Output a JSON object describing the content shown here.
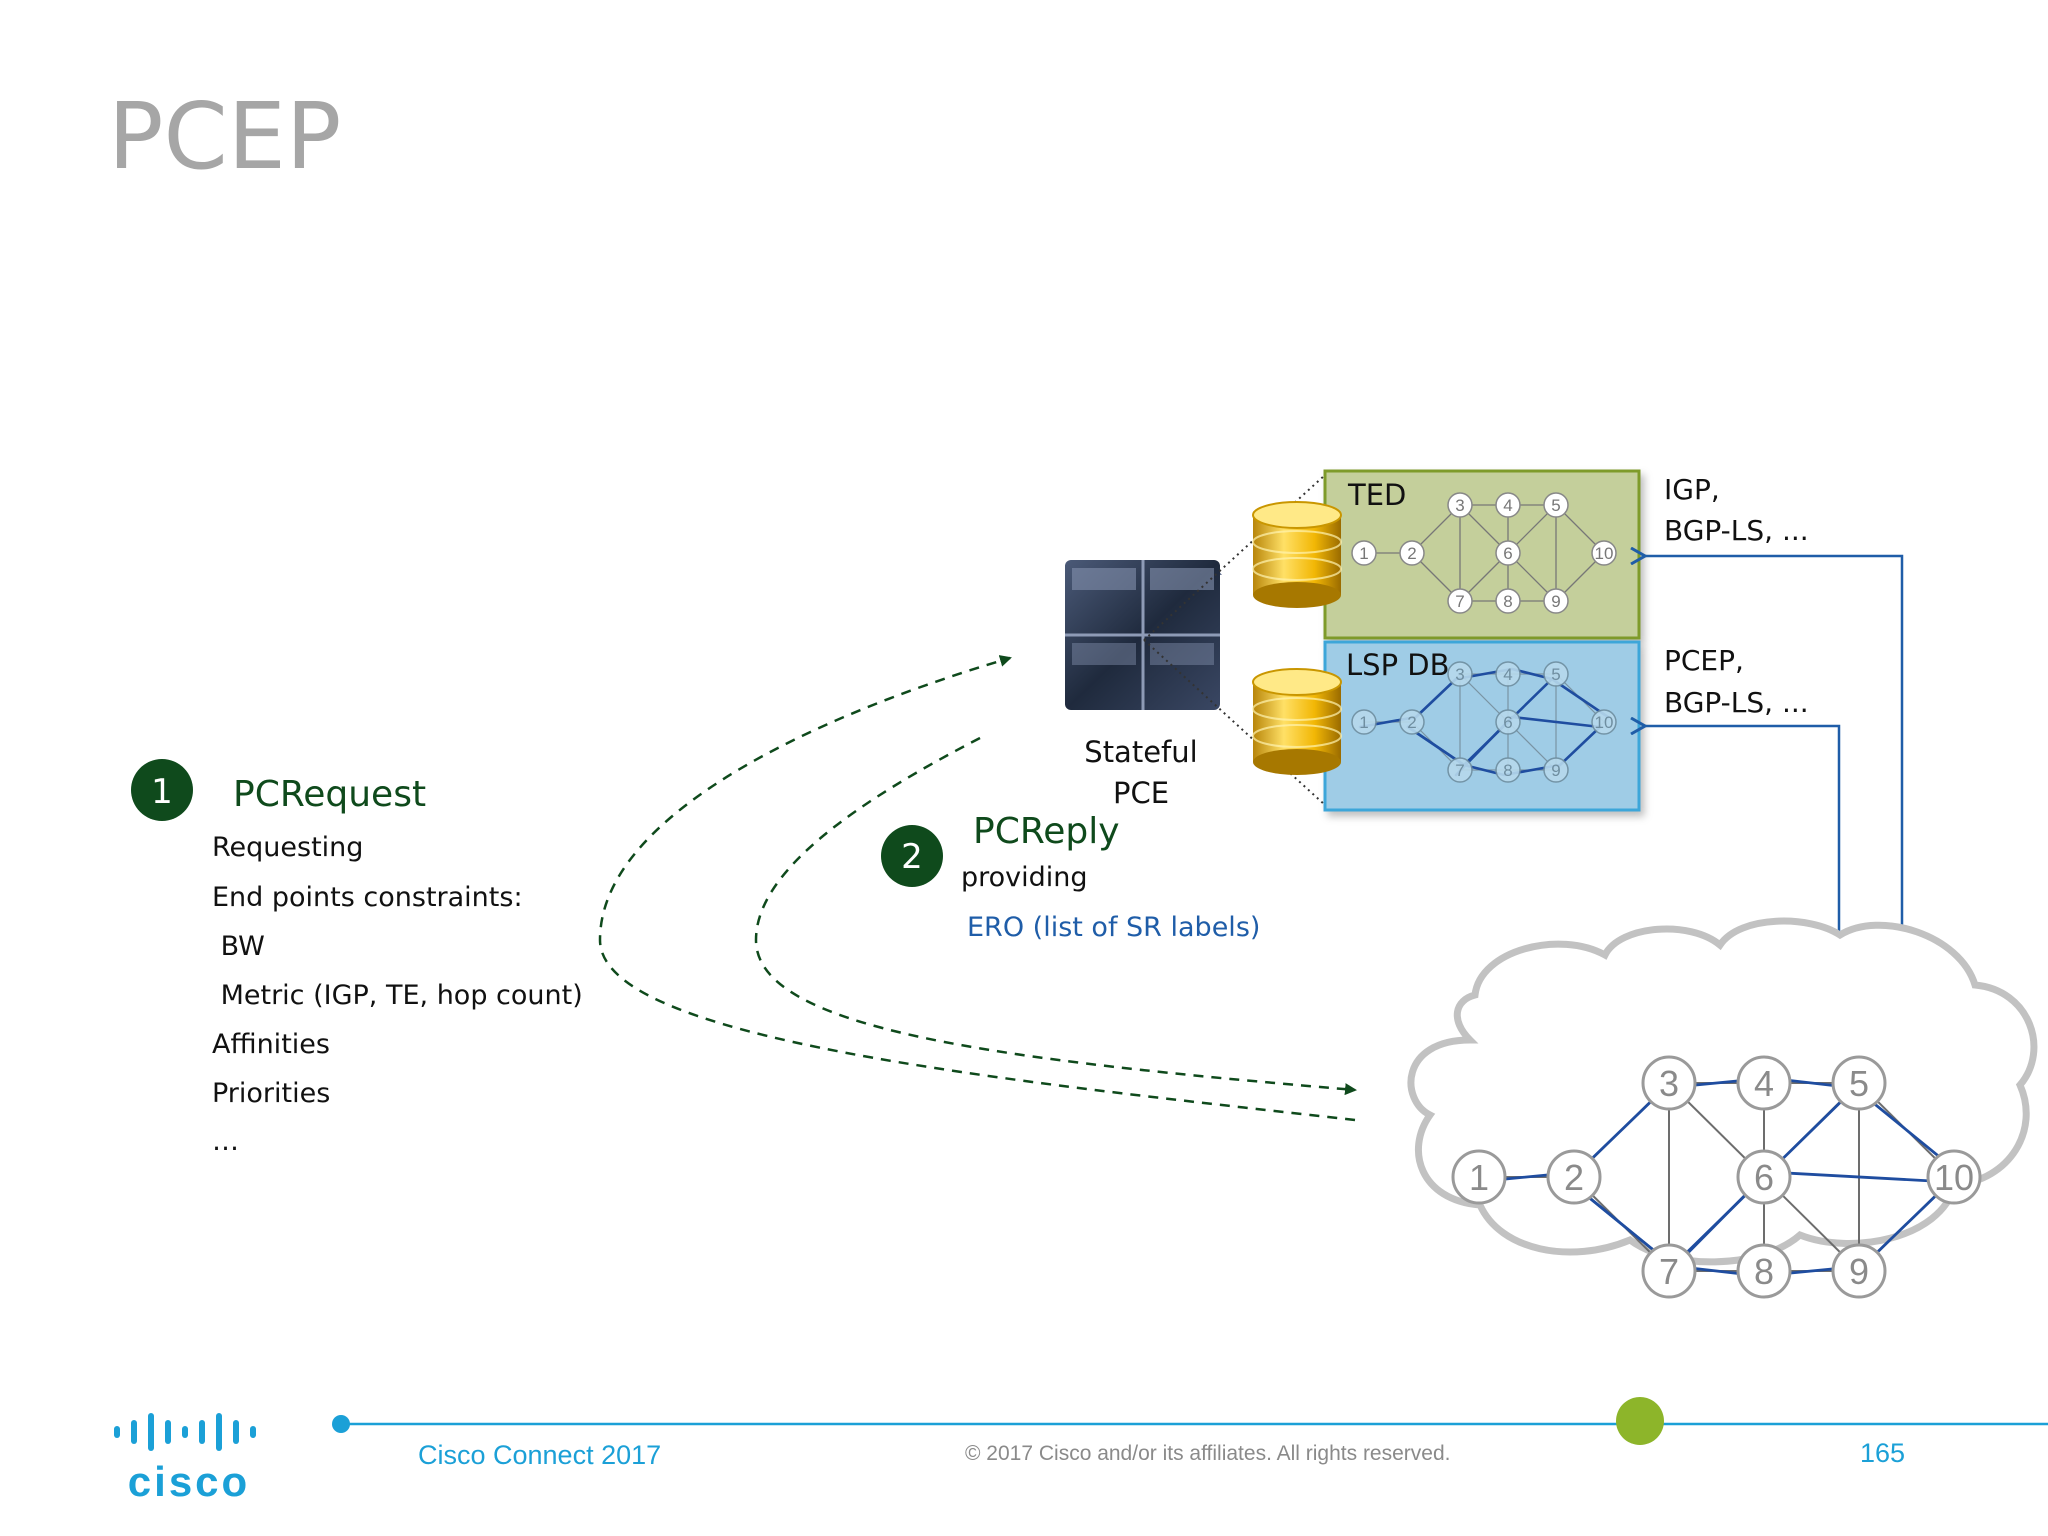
{
  "title": "PCEP",
  "step1": {
    "number": "1",
    "heading": "PCRequest",
    "lines": [
      "Requesting",
      "End points constraints:",
      " BW",
      " Metric (IGP, TE, hop count)",
      "Affinities",
      "Priorities",
      "…"
    ]
  },
  "step2": {
    "number": "2",
    "heading": "PCReply",
    "line1": "providing",
    "line2": "ERO (list of SR labels)"
  },
  "pce": {
    "line1": "Stateful",
    "line2": "PCE"
  },
  "ted": {
    "label": "TED",
    "side_line1": "IGP,",
    "side_line2": "BGP-LS, ..."
  },
  "lspdb": {
    "label": "LSP DB",
    "side_line1": "PCEP,",
    "side_line2": "BGP-LS, ..."
  },
  "nodes": [
    "1",
    "2",
    "3",
    "4",
    "5",
    "6",
    "7",
    "8",
    "9",
    "10"
  ],
  "footer": {
    "brand_logo": "cisco",
    "event": "Cisco Connect 2017",
    "copyright": "© 2017  Cisco and/or its affiliates. All rights reserved.",
    "page": "165"
  },
  "colors": {
    "title_gray": "#a6a6a6",
    "dark_green": "#0f4a1c",
    "blue_link": "#1f5da8",
    "cisco_blue": "#1ba0d7",
    "lime": "#8db52a",
    "ted_fill": "#c4cf9b",
    "lsp_fill": "#9fcce6"
  }
}
